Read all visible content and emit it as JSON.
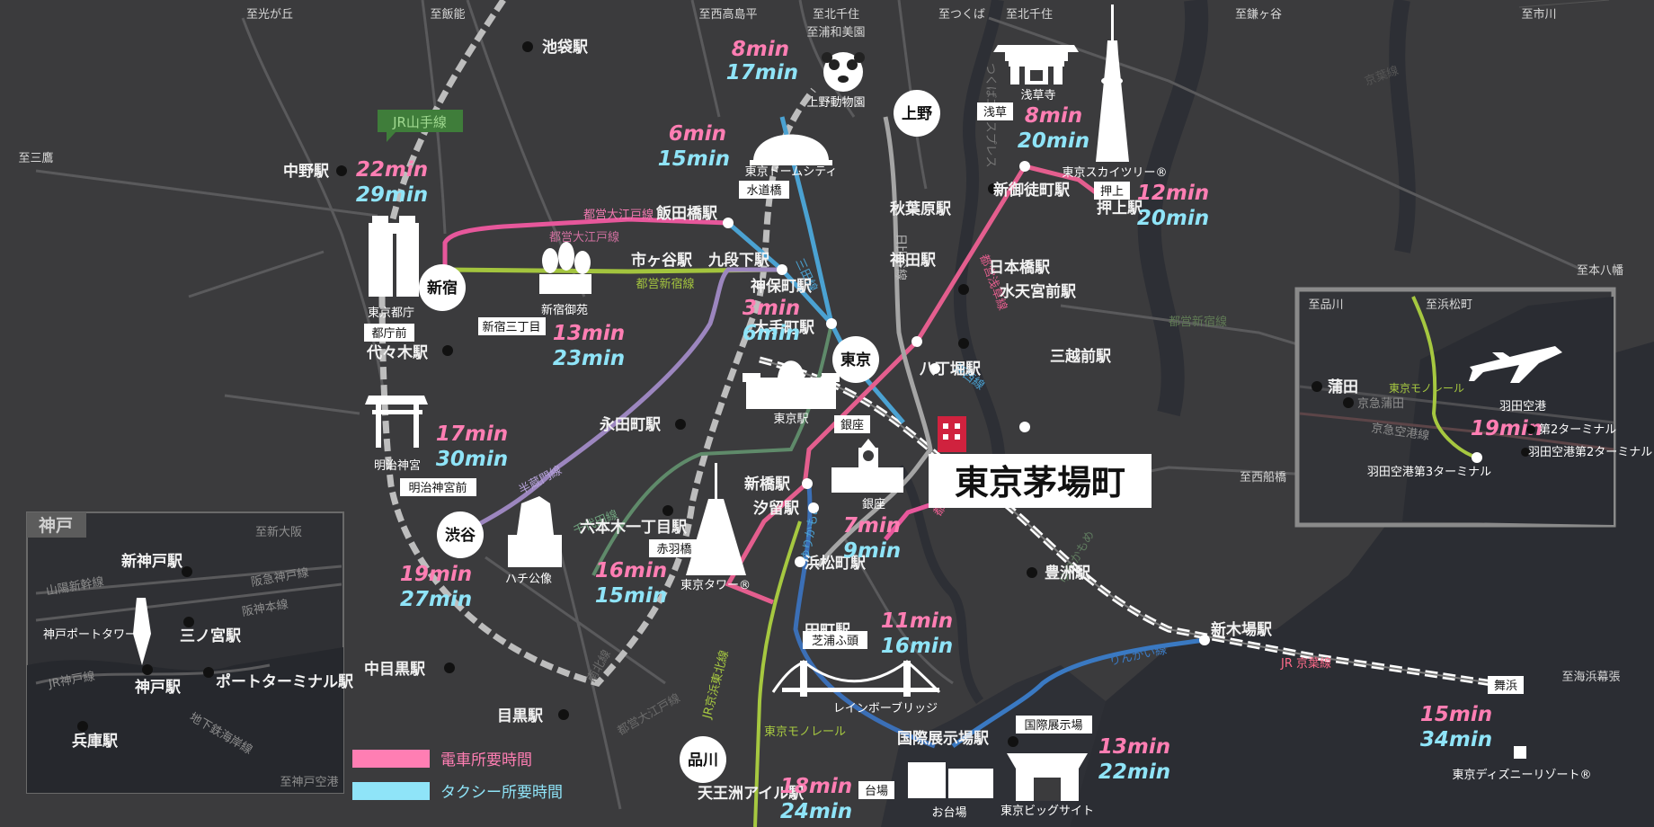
{
  "title": "東京茅場町",
  "colors": {
    "background": "#3b3b3d",
    "train_time": "#ff7eb3",
    "taxi_time": "#8fe4f8",
    "oedo_line": "#e7579b",
    "shinjuku_line": "#a3c43e",
    "mita_line": "#4ba2d2",
    "hanzomon_line": "#9c86bf",
    "yamanote_line": "#bdbdbd",
    "keiyo_line": "#ffffff",
    "rinkai_line": "#3a79c2",
    "asakusa_line": "#e45e8e",
    "hibiya_line": "#a5a5a5",
    "monorail": "#a6c840",
    "title_icon": "#d0223e"
  },
  "legend": {
    "train": "電車所要時間",
    "taxi": "タクシー所要時間"
  },
  "hubs": [
    "上野",
    "新宿",
    "東京",
    "渋谷",
    "品川"
  ],
  "line_labels": {
    "yamanote_sign": "JR山手線",
    "oedo_a": "都営大江戸線",
    "oedo_b": "都営大江戸線",
    "shinjuku": "都営新宿線",
    "hanzomon": "半蔵門線",
    "chiyoda": "千代田線",
    "mita": "三田線",
    "hibiya": "日比谷線",
    "asakusa": "都営浅草線",
    "tozai": "東西線",
    "asakusa_south": "都営浅草線",
    "yurikamome": "ゆりかもめ",
    "rinkai": "りんかい線",
    "keiyo": "JR 京葉線",
    "monorail": "東京モノレール",
    "keihin": "JR京浜東北線",
    "yurikamome_east": "ゆりかもめ",
    "tsukuba": "つくばエクスプレス",
    "namboku": "南北線",
    "toei_oedo_dim": "都営大江戸線",
    "toei_shinjuku_dim": "都営新宿線",
    "keiyo_dim": "京葉線"
  },
  "directions": {
    "hikarigaoka": "至光が丘",
    "hanno": "至飯能",
    "nishitakashimadaira": "至西高島平",
    "kitasenju_a": "至北千住",
    "urawamisono": "至浦和美園",
    "tsukuba": "至つくば",
    "kitasenju_b": "至北千住",
    "kamagaya": "至鎌ヶ谷",
    "ichikawa": "至市川",
    "mitaka": "至三鷹",
    "motoyawata": "至本八幡",
    "nishifunabashi": "至西船橋",
    "kaihimmakuhari": "至海浜幕張",
    "shinosaka": "至新大阪",
    "kobekuko": "至神戸空港",
    "shinagawa_inset": "至品川",
    "hamamatsucho_inset": "至浜松町"
  },
  "stations": {
    "ikebukuro": "池袋駅",
    "nakano": "中野駅",
    "iidabashi": "飯田橋駅",
    "ichigaya": "市ヶ谷駅",
    "kudanshita": "九段下駅",
    "jimbocho": "神保町駅",
    "otemachi": "大手町駅",
    "akihabara": "秋葉原駅",
    "kanda": "神田駅",
    "shinochanomizu": "新御徒町駅",
    "oshiage": "押上駅",
    "nihombashi": "日本橋駅",
    "suitengumae": "水天宮前駅",
    "mitsukoshimae": "三越前駅",
    "hatchobori": "八丁堀駅",
    "yoyogi": "代々木駅",
    "nagatacho": "永田町駅",
    "roppongi": "六本木一丁目駅",
    "shimbashi": "新橋駅",
    "shiodome": "汐留駅",
    "hamamatsucho": "浜松町駅",
    "tamachi": "田町駅",
    "toyosu": "豊洲駅",
    "shinkiba": "新木場駅",
    "nakameguro": "中目黒駅",
    "meguro": "目黒駅",
    "kokusaitenjijo": "国際展示場駅",
    "tennozu": "天王洲アイル駅"
  },
  "station_boxes": {
    "asakusa": "浅草",
    "suidobashi": "水道橋",
    "oshiage": "押上",
    "tochomae": "都庁前",
    "shinjukusanchome": "新宿三丁目",
    "meijijingumae": "明治神宮前",
    "ginza": "銀座",
    "akabanebashi": "赤羽橋",
    "shibaurafuto": "芝浦ふ頭",
    "kokusaitenjijo": "国際展示場",
    "daiba": "台場",
    "maihama": "舞浜"
  },
  "landmarks": [
    {
      "name": "上野動物園",
      "icon": "panda-icon",
      "train": "8min",
      "taxi": "17min"
    },
    {
      "name": "浅草寺",
      "icon": "temple-gate-icon",
      "train": "8min",
      "taxi": "20min"
    },
    {
      "name": "東京スカイツリー®",
      "icon": "skytree-icon",
      "train": "12min",
      "taxi": "20min"
    },
    {
      "name": "東京ドームシティ",
      "icon": "dome-icon",
      "train": "6min",
      "taxi": "15min"
    },
    {
      "name": "東京都庁",
      "icon": "government-building-icon",
      "train": "22min",
      "taxi": "29min"
    },
    {
      "name": "新宿御苑",
      "icon": "garden-icon",
      "train": "13min",
      "taxi": "23min"
    },
    {
      "name": "東京駅",
      "icon": "station-building-icon",
      "train": "3min",
      "taxi": "6min"
    },
    {
      "name": "明治神宮",
      "icon": "torii-icon",
      "train": "17min",
      "taxi": "30min"
    },
    {
      "name": "銀座",
      "icon": "clock-tower-icon",
      "train": "7min",
      "taxi": "9min"
    },
    {
      "name": "ハチ公像",
      "icon": "dog-statue-icon",
      "train": "19min",
      "taxi": "27min"
    },
    {
      "name": "東京タワー®",
      "icon": "tokyo-tower-icon",
      "train": "16min",
      "taxi": "15min"
    },
    {
      "name": "レインボーブリッジ",
      "icon": "bridge-icon",
      "train": "11min",
      "taxi": "16min"
    },
    {
      "name": "お台場",
      "icon": "buildings-icon",
      "train": "18min",
      "taxi": "24min"
    },
    {
      "name": "東京ビッグサイト",
      "icon": "big-sight-icon",
      "train": "13min",
      "taxi": "22min"
    },
    {
      "name": "東京ディズニーリゾート®",
      "icon": "resort-icon",
      "train": "15min",
      "taxi": "34min"
    },
    {
      "name": "羽田空港",
      "icon": "airplane-icon",
      "train": "19min"
    }
  ],
  "kobe": {
    "title": "神戸",
    "stations": [
      "新神戸駅",
      "三ノ宮駅",
      "神戸駅",
      "ポートターミナル駅",
      "兵庫駅"
    ],
    "landmark": "神戸ポートタワー",
    "lines": [
      "山陽新幹線",
      "阪急神戸線",
      "阪神本線",
      "JR神戸線",
      "地下鉄海岸線"
    ]
  },
  "haneda_inset": {
    "stations": [
      "蒲田",
      "京急蒲田"
    ],
    "monorail": "東京モノレール",
    "terminal3": "羽田空港第3ターミナル",
    "terminal2": "第2ターミナル",
    "terminal2b": "羽田空港第2ターミナル",
    "keikyu": "京急空港線"
  }
}
